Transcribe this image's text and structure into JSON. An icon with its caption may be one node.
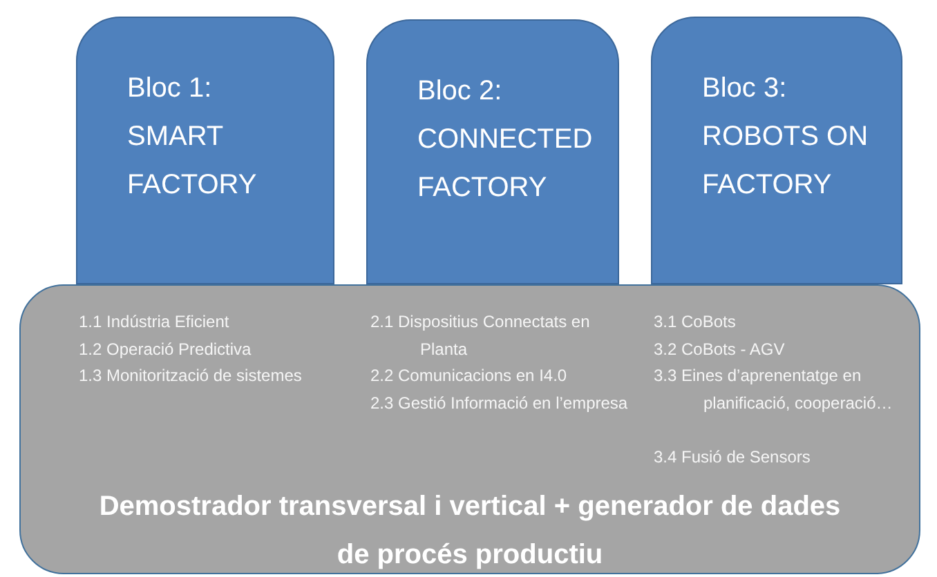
{
  "diagram": {
    "nodes": [
      {
        "text": [
          "Bloc 1: SMART FACTORY"
        ]
      },
      {
        "text": [
          "Bloc 2: CONNECTED FACTORY"
        ]
      },
      {
        "text": [
          "Bloc 3: ROBOTS ON FACTORY"
        ]
      },
      {
        "text": [
          "1.1 Indústria Eficient",
          "1.2 Operació Predictiva",
          "1.3 Monitorització de sistemes",
          "2.1 Dispositius Connectats en Planta",
          "2.2 Comunicacions en I4.0",
          "2.3 Gestió Informació en l’empresa",
          "3.1 CoBots",
          "3.2 CoBots - AGV",
          "3.3 Eines d’aprenentatge en planificació, cooperació…",
          "3.4 Fusió de Sensors",
          "Demostrador transversal i vertical + generador de dades de procés productiu"
        ]
      }
    ],
    "edges": []
  }
}
